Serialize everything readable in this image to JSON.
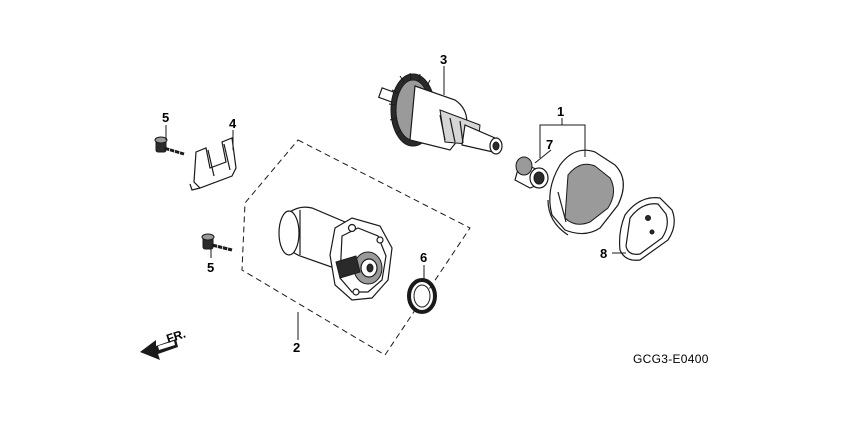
{
  "diagram": {
    "code": "GCG3-E0400",
    "front_marker": "FR.",
    "callouts": {
      "part1": "1",
      "part2": "2",
      "part3": "3",
      "part4": "4",
      "part5_top": "5",
      "part5_bottom": "5",
      "part6": "6",
      "part7": "7",
      "part8": "8"
    }
  }
}
